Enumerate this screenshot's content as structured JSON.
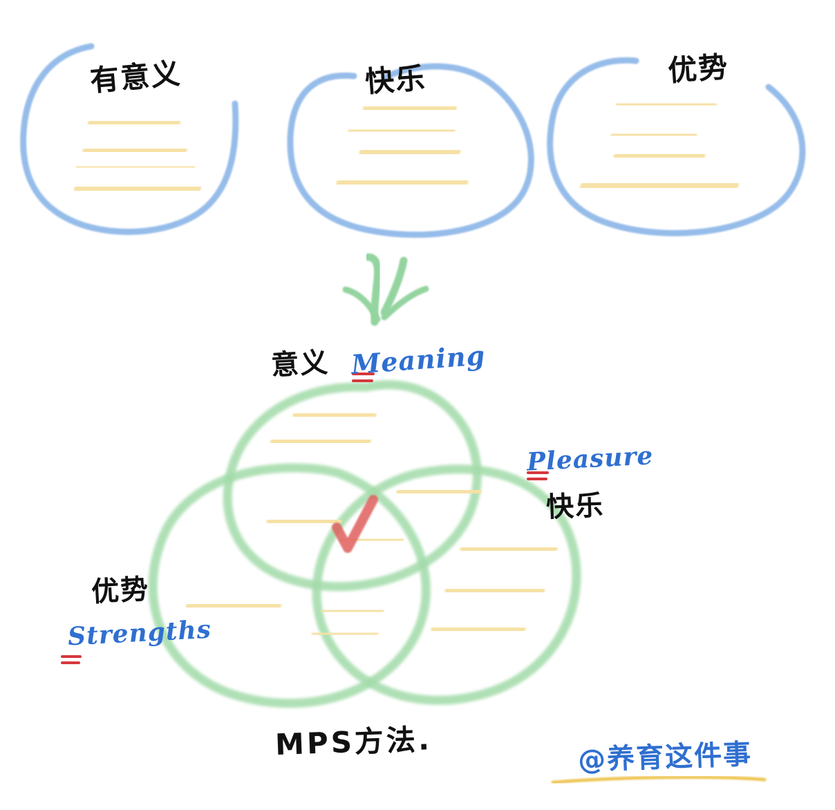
{
  "page": {
    "title": "MPS方法",
    "background": "#ffffff",
    "colors": {
      "blue_circle": "#8EB7E8",
      "green_circle": "#A4DCAB",
      "yellow_highlight": "#F6E1A6",
      "red_check": "#E0605F",
      "red_underline": "#D6373C",
      "blue_ink": "#2f6fd0",
      "black_ink": "#111111",
      "yellow_underline": "#EFC75A"
    }
  },
  "top_row": {
    "items": [
      {
        "id": "meaningful",
        "label": "有意义",
        "shape": "blue-open-circle",
        "content_lines": 4
      },
      {
        "id": "happy",
        "label": "快乐",
        "shape": "blue-open-circle",
        "content_lines": 4
      },
      {
        "id": "strength",
        "label": "优势",
        "shape": "blue-open-circle",
        "content_lines": 4
      }
    ]
  },
  "arrow": {
    "name": "down-arrow",
    "color": "#A4DCAB"
  },
  "venn": {
    "circles": [
      {
        "id": "meaning",
        "label_cn": "意义",
        "label_en": "Meaning",
        "position": "top"
      },
      {
        "id": "pleasure",
        "label_cn": "快乐",
        "label_en": "Pleasure",
        "position": "right"
      },
      {
        "id": "strengths",
        "label_cn": "优势",
        "label_en": "Strengths",
        "position": "left"
      }
    ],
    "center_mark": {
      "name": "red-check",
      "symbol": "check",
      "color": "#E0605F"
    },
    "highlight_count": 12
  },
  "caption": {
    "text": "MPS方法."
  },
  "watermark": {
    "text": "@养育这件事",
    "underline_color": "#EFC75A"
  }
}
